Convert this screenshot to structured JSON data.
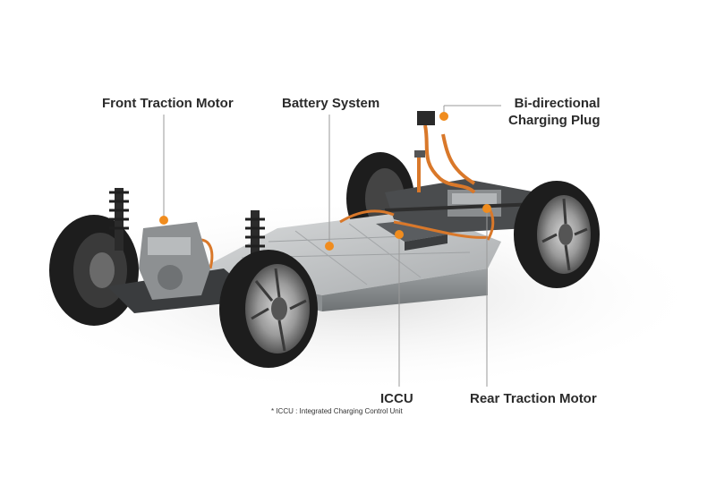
{
  "labels": {
    "front_traction_motor": "Front Traction Motor",
    "battery_system": "Battery System",
    "bidirectional_line1": "Bi-directional",
    "bidirectional_line2": "Charging Plug",
    "iccu": "ICCU",
    "rear_traction_motor": "Rear Traction Motor",
    "footnote": "* ICCU : Integrated Charging Control Unit"
  },
  "colors": {
    "marker": "#f08c1e",
    "leader_line": "#9a9a9a",
    "cable": "#d9782a",
    "tire": "#1d1d1d",
    "battery_tray": "#b9bcbd",
    "text": "#2b2b2b"
  }
}
